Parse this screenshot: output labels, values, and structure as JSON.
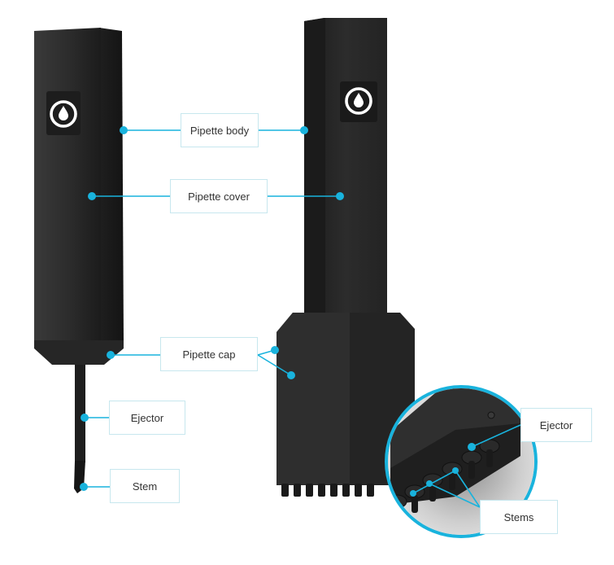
{
  "colors": {
    "accent": "#19b3dd",
    "device": "#2a2a2a",
    "label_border": "#c7e7ee",
    "label_text": "#333333"
  },
  "labels": {
    "pipette_body": "Pipette body",
    "pipette_cover": "Pipette cover",
    "pipette_cap": "Pipette cap",
    "ejector_left": "Ejector",
    "stem": "Stem",
    "ejector_right": "Ejector",
    "stems": "Stems"
  },
  "icons": {
    "logo": "droplet-in-ring-icon"
  }
}
